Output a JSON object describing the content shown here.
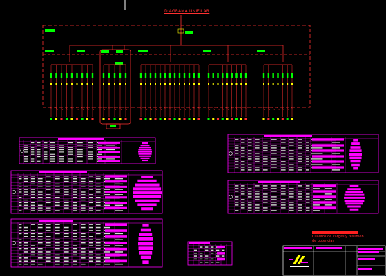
{
  "drawing": {
    "title": "DIAGRAMA UNIFILAR",
    "notes_title": "Cuadros de cargas y resumen de potencias",
    "colors": {
      "background": "#000000",
      "line": "#ff2020",
      "dash": "#ff3030",
      "panel": "#ff00ff",
      "tag": "#00ff00",
      "device": "#ffff00",
      "frame": "#ffffff"
    }
  },
  "tables": [
    {
      "id": "table-load-1",
      "rows": 9
    },
    {
      "id": "table-load-2",
      "rows": 14
    },
    {
      "id": "table-load-3",
      "rows": 14
    },
    {
      "id": "table-load-4",
      "rows": 12
    },
    {
      "id": "table-load-5",
      "rows": 10
    },
    {
      "id": "table-summary",
      "rows": 6
    }
  ]
}
